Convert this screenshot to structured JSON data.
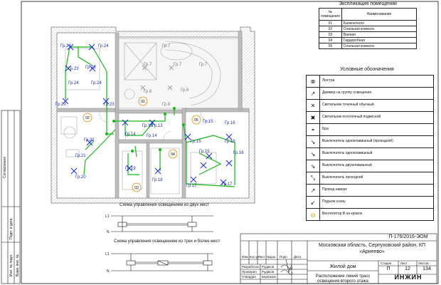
{
  "explication": {
    "title": "Экспликация помещений",
    "header_num": "№ помещения",
    "header_name": "Наименование",
    "rows": [
      {
        "num": "01",
        "name": "Балкон/холл"
      },
      {
        "num": "02",
        "name": "Спальная комната"
      },
      {
        "num": "03",
        "name": "Ванная"
      },
      {
        "num": "04",
        "name": "Гардеробная"
      },
      {
        "num": "05",
        "name": "Спальная комната"
      }
    ]
  },
  "legend": {
    "title": "Условные обозначения",
    "items": [
      {
        "icon": "ceiling-lamp-icon",
        "label": "Люстра"
      },
      {
        "icon": "dimmer-icon",
        "label": "Диммер на группу освещения"
      },
      {
        "icon": "spot-light-icon",
        "label": "Светильник точечный обычный"
      },
      {
        "icon": "ceiling-light-icon",
        "label": "Светильник потолочный подвесной"
      },
      {
        "icon": "wall-lamp-icon",
        "label": "Бра"
      },
      {
        "icon": "switch-one-key-icon",
        "label": "Выключатель одноклавишный (проходной)"
      },
      {
        "icon": "switch-one-key-plain-icon",
        "label": "Выключатель одноклавишный"
      },
      {
        "icon": "switch-two-key-icon",
        "label": "Выключатель двухклавишный"
      },
      {
        "icon": "switch-cross-icon",
        "label": "Выключатель проходной"
      },
      {
        "icon": "cable-up-icon",
        "label": "Провод наверх"
      },
      {
        "icon": "cable-down-icon",
        "label": "Подъем снизу"
      },
      {
        "icon": "fan-icon",
        "label": "Вентилятор В на кровле"
      }
    ]
  },
  "schemes": {
    "two_places": "Схема управления освещением из двух мест",
    "three_places": "Схема управления освещением из трех и более мест",
    "l1": "L1",
    "n": "N"
  },
  "plan": {
    "rooms": [
      "01",
      "02",
      "03",
      "04",
      "05"
    ],
    "groups": [
      {
        "text": "Гр.24",
        "color": "#1a2bd6"
      },
      {
        "text": "Гр.24",
        "color": "#1a2bd6"
      },
      {
        "text": "Гр.23",
        "color": "#1a2bd6"
      },
      {
        "text": "Гр.23",
        "color": "#1a2bd6"
      },
      {
        "text": "Гр.24",
        "color": "#1a2bd6"
      },
      {
        "text": "Гр.24",
        "color": "#1a2bd6"
      },
      {
        "text": "Гр.23",
        "color": "#1a2bd6"
      },
      {
        "text": "Гр.23",
        "color": "#1a2bd6"
      },
      {
        "text": "Гр.7",
        "color": "#777777"
      },
      {
        "text": "Гр.7",
        "color": "#777777"
      },
      {
        "text": "Гр.7",
        "color": "#777777"
      },
      {
        "text": "Гр.7",
        "color": "#777777"
      },
      {
        "text": "Гр.6",
        "color": "#777777"
      },
      {
        "text": "Гр.6",
        "color": "#777777"
      },
      {
        "text": "Гр.8",
        "color": "#777777"
      },
      {
        "text": "Гр.14",
        "color": "#1a2bd6"
      },
      {
        "text": "Гр.13",
        "color": "#1a2bd6"
      },
      {
        "text": "Гр.14",
        "color": "#1a2bd6"
      },
      {
        "text": "Гр.13",
        "color": "#1a2bd6"
      },
      {
        "text": "Гр.22",
        "color": "#1a2bd6"
      },
      {
        "text": "Гр.21",
        "color": "#1a2bd6"
      },
      {
        "text": "Гр.20",
        "color": "#1a2bd6"
      },
      {
        "text": "Гр.19",
        "color": "#1a2bd6"
      },
      {
        "text": "Гр.18",
        "color": "#1a2bd6"
      },
      {
        "text": "Гр.15",
        "color": "#1a2bd6"
      },
      {
        "text": "Гр.16",
        "color": "#1a2bd6"
      },
      {
        "text": "Гр.15",
        "color": "#1a2bd6"
      },
      {
        "text": "Гр.16",
        "color": "#1a2bd6"
      },
      {
        "text": "Гр.15",
        "color": "#1a2bd6"
      },
      {
        "text": "Гр.16",
        "color": "#1a2bd6"
      },
      {
        "text": "Гр.17",
        "color": "#1a2bd6"
      },
      {
        "text": "Гр.17",
        "color": "#1a2bd6"
      }
    ],
    "colors": {
      "wire": "#18b818",
      "group": "#1a2bd6",
      "wall": "#9a9a9a",
      "room_ring": "#e08a00"
    }
  },
  "side_stamp": {
    "approved": "Согласовано",
    "col1": "Инв. № подл.",
    "col2": "Подп. и дата",
    "col3": "Взам. инв. №"
  },
  "title_block": {
    "code": "П-176/2016-ЭОМ",
    "address": "Московская область, Серпуховский район, КП «Арнеево»",
    "object": "Жилой дом",
    "sheet_title": "Расположение линий трасс освещения второго этажа",
    "stage_label": "Стадия",
    "sheet_label": "Лист",
    "sheets_label": "Листов",
    "stage": "П",
    "sheet": "12",
    "sheets": "134",
    "headers": [
      "Изм.",
      "Кол.уч",
      "Лист",
      "№док.",
      "Подп.",
      "Дата"
    ],
    "roles": [
      {
        "role": "Разработал",
        "name": "Рудиков"
      },
      {
        "role": "Проверил",
        "name": "Рудиков"
      },
      {
        "role": "Утвердил",
        "name": "Березина"
      }
    ],
    "logo": "ИНЖИН"
  }
}
